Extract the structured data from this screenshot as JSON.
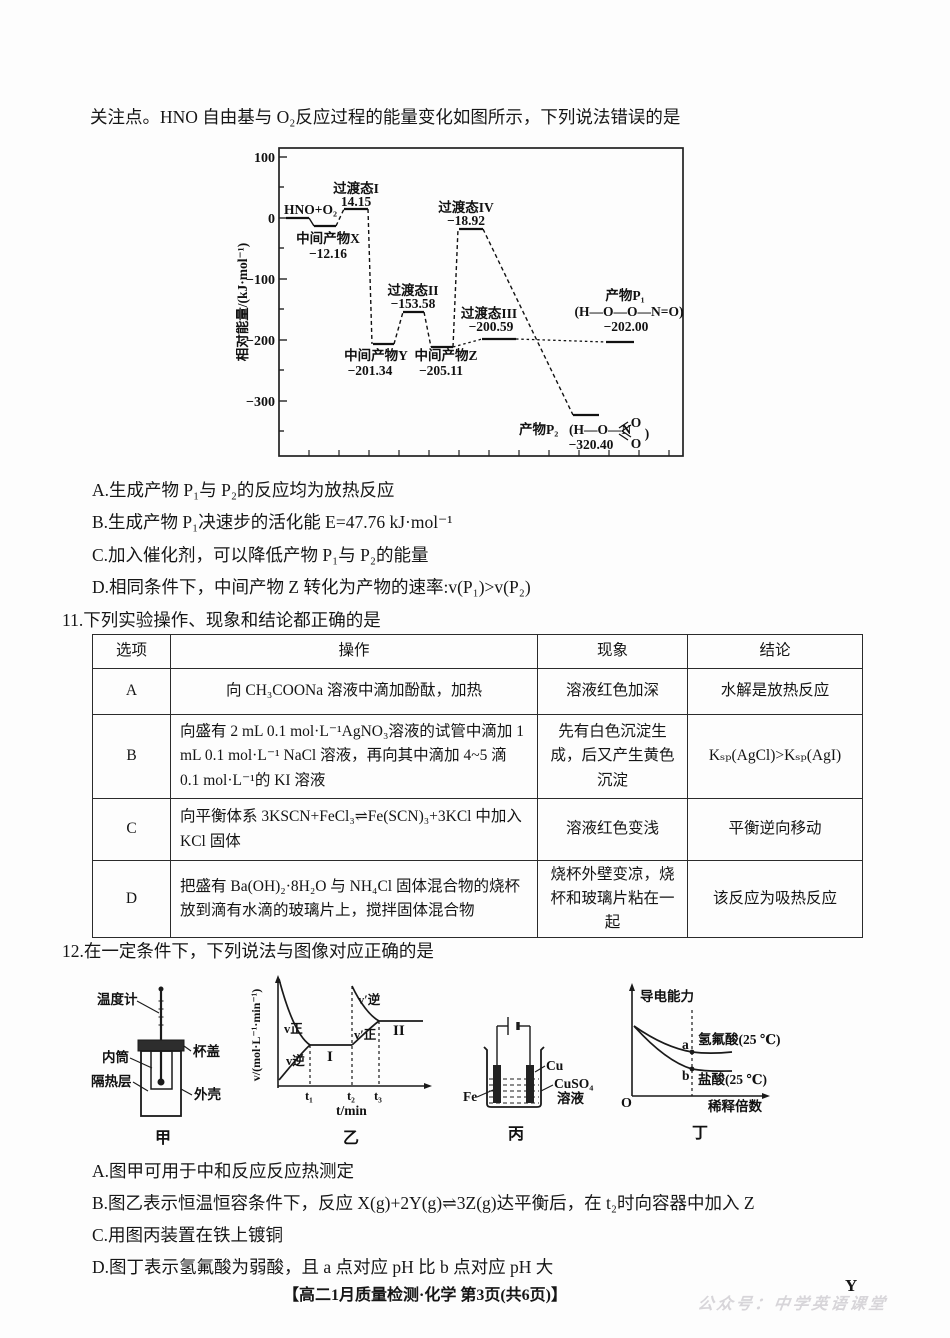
{
  "intro": "关注点。HNO 自由基与 O₂反应过程的能量变化如图所示，下列说法错误的是",
  "chart": {
    "ylabel": "相对能量/(kJ·mol⁻¹)",
    "ticks": {
      "t100": "100",
      "t0": "0",
      "tm100": "−100",
      "tm200": "−200",
      "tm300": "−300"
    },
    "reactant": "HNO+O₂",
    "x_name": "中间产物X",
    "x_val": "−12.16",
    "ts1_name": "过渡态I",
    "ts1_val": "14.15",
    "ts2_name": "过渡态II",
    "ts2_val": "−153.58",
    "ts3_name": "过渡态III",
    "ts3_val": "−200.59",
    "ts4_name": "过渡态IV",
    "ts4_val": "−18.92",
    "y_name": "中间产物Y",
    "y_val": "−201.34",
    "z_name": "中间产物Z",
    "z_val": "−205.11",
    "p1_name": "产物P₁",
    "p1_formula": "(H—O—O—N=O)",
    "p1_val": "−202.00",
    "p2_name": "产物P₂",
    "p2_formula": "(H—O—N",
    "p2_o1": "O",
    "p2_o2": "O",
    "p2_close": ")",
    "p2_val": "−320.40"
  },
  "chart_data": {
    "type": "line",
    "title": "HNO自由基与O2反应过程的能量变化",
    "ylabel": "相对能量/(kJ·mol⁻¹)",
    "ylim": [
      -390,
      120
    ],
    "yticks": [
      100,
      0,
      -100,
      -200,
      -300
    ],
    "states": [
      {
        "label": "HNO+O2",
        "energy": 0
      },
      {
        "label": "中间产物X",
        "energy": -12.16
      },
      {
        "label": "过渡态I",
        "energy": 14.15
      },
      {
        "label": "中间产物Y",
        "energy": -201.34
      },
      {
        "label": "过渡态II",
        "energy": -153.58
      },
      {
        "label": "中间产物Z",
        "energy": -205.11
      },
      {
        "label": "过渡态III",
        "energy": -200.59
      },
      {
        "label": "产物P1 (H—O—O—N=O)",
        "energy": -202.0
      },
      {
        "label": "过渡态IV",
        "energy": -18.92
      },
      {
        "label": "产物P2 (H—O—NO2)",
        "energy": -320.4
      }
    ]
  },
  "q10": {
    "opt_a": "A.生成产物 P₁与 P₂的反应均为放热反应",
    "opt_b": "B.生成产物 P₁决速步的活化能 E=47.76 kJ·mol⁻¹",
    "opt_c": "C.加入催化剂，可以降低产物 P₁与 P₂的能量",
    "opt_d": "D.相同条件下，中间产物 Z 转化为产物的速率:v(P₁)>v(P₂)"
  },
  "q11": {
    "title": "11.下列实验操作、现象和结论都正确的是",
    "headers": [
      "选项",
      "操作",
      "现象",
      "结论"
    ],
    "rows": [
      {
        "opt": "A",
        "op": "向 CH₃COONa 溶液中滴加酚酞，加热",
        "ph": "溶液红色加深",
        "con": "水解是放热反应"
      },
      {
        "opt": "B",
        "op": "向盛有 2 mL 0.1 mol·L⁻¹AgNO₃溶液的试管中滴加 1 mL 0.1 mol·L⁻¹ NaCl 溶液，再向其中滴加 4~5 滴 0.1 mol·L⁻¹的 KI 溶液",
        "ph": "先有白色沉淀生成，后又产生黄色沉淀",
        "con": "Kₛₚ(AgCl)>Kₛₚ(AgI)"
      },
      {
        "opt": "C",
        "op": "向平衡体系 3KSCN+FeCl₃⇌Fe(SCN)₃+3KCl 中加入 KCl 固体",
        "ph": "溶液红色变浅",
        "con": "平衡逆向移动"
      },
      {
        "opt": "D",
        "op": "把盛有 Ba(OH)₂·8H₂O 与 NH₄Cl 固体混合物的烧杯放到滴有水滴的玻璃片上，搅拌固体混合物",
        "ph": "烧杯外壁变凉，烧杯和玻璃片粘在一起",
        "con": "该反应为吸热反应"
      }
    ]
  },
  "q12": {
    "title": "12.在一定条件下，下列说法与图像对应正确的是",
    "opt_a": "A.图甲可用于中和反应反应热测定",
    "opt_b": "B.图乙表示恒温恒容条件下，反应 X(g)+2Y(g)⇌3Z(g)达平衡后，在 t₂时向容器中加入 Z",
    "opt_c": "C.用图丙装置在铁上镀铜",
    "opt_d": "D.图丁表示氢氟酸为弱酸，且 a 点对应 pH 比 b 点对应 pH 大",
    "jia": {
      "thermometer": "温度计",
      "inner": "内筒",
      "insulation": "隔热层",
      "lid": "杯盖",
      "shell": "外壳",
      "caption": "甲"
    },
    "yi": {
      "ylabel": "v/(mol·L⁻¹·min⁻¹)",
      "xlabel": "t/min",
      "vf": "v正",
      "vr": "v逆",
      "vr2": "v′逆",
      "vf2": "v′正",
      "r1": "I",
      "r2": "II",
      "t1": "t₁",
      "t2": "t₂",
      "t3": "t₃",
      "caption": "乙"
    },
    "bing": {
      "fe": "Fe",
      "cu": "Cu",
      "sol1": "CuSO₄",
      "sol2": "溶液",
      "caption": "丙"
    },
    "ding": {
      "ylabel": "导电能力",
      "xlabel": "稀释倍数",
      "o": "O",
      "a": "a",
      "b": "b",
      "hf": "氢氟酸(25 ℃)",
      "hcl": "盐酸(25 ℃)",
      "caption": "丁"
    }
  },
  "footer": {
    "center": "【高二1月质量检测·化学  第3页(共6页)】",
    "watermark": "公众号：中学英语课堂",
    "right": "Y"
  }
}
